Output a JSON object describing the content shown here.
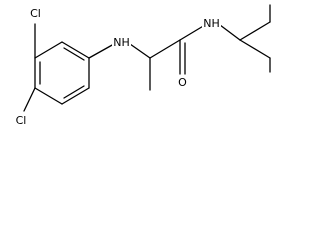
{
  "diagram": {
    "labels": {
      "cl_top": "Cl",
      "cl_bottom": "Cl",
      "nh_amine": "NH",
      "nh_amide": "NH",
      "o_carbonyl": "O"
    },
    "colors": {
      "bond": "#000000",
      "label": "#000000",
      "background": "#ffffff"
    }
  }
}
